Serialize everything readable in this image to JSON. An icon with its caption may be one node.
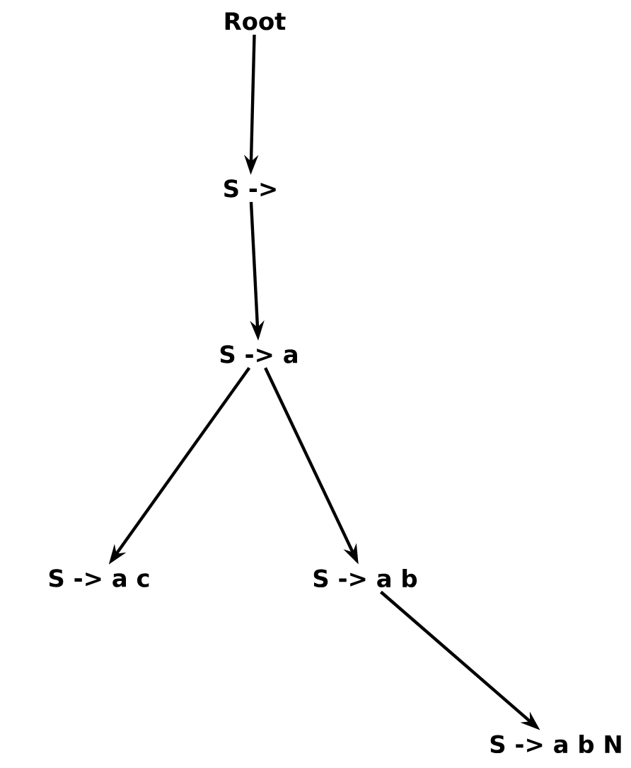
{
  "diagram": {
    "nodes": [
      {
        "text": [
          "Root"
        ]
      },
      {
        "text": [
          "S ->"
        ]
      },
      {
        "text": [
          "S -> a"
        ]
      },
      {
        "text": [
          "S -> a c"
        ]
      },
      {
        "text": [
          "S -> a b"
        ]
      },
      {
        "text": [
          "S -> a b N"
        ]
      }
    ],
    "edges": [
      {
        "from": 0,
        "to": 1,
        "arrow": "to"
      },
      {
        "from": 1,
        "to": 2,
        "arrow": "to"
      },
      {
        "from": 2,
        "to": 3,
        "arrow": "to"
      },
      {
        "from": 2,
        "to": 4,
        "arrow": "to"
      },
      {
        "from": 4,
        "to": 5,
        "arrow": "to"
      }
    ]
  }
}
